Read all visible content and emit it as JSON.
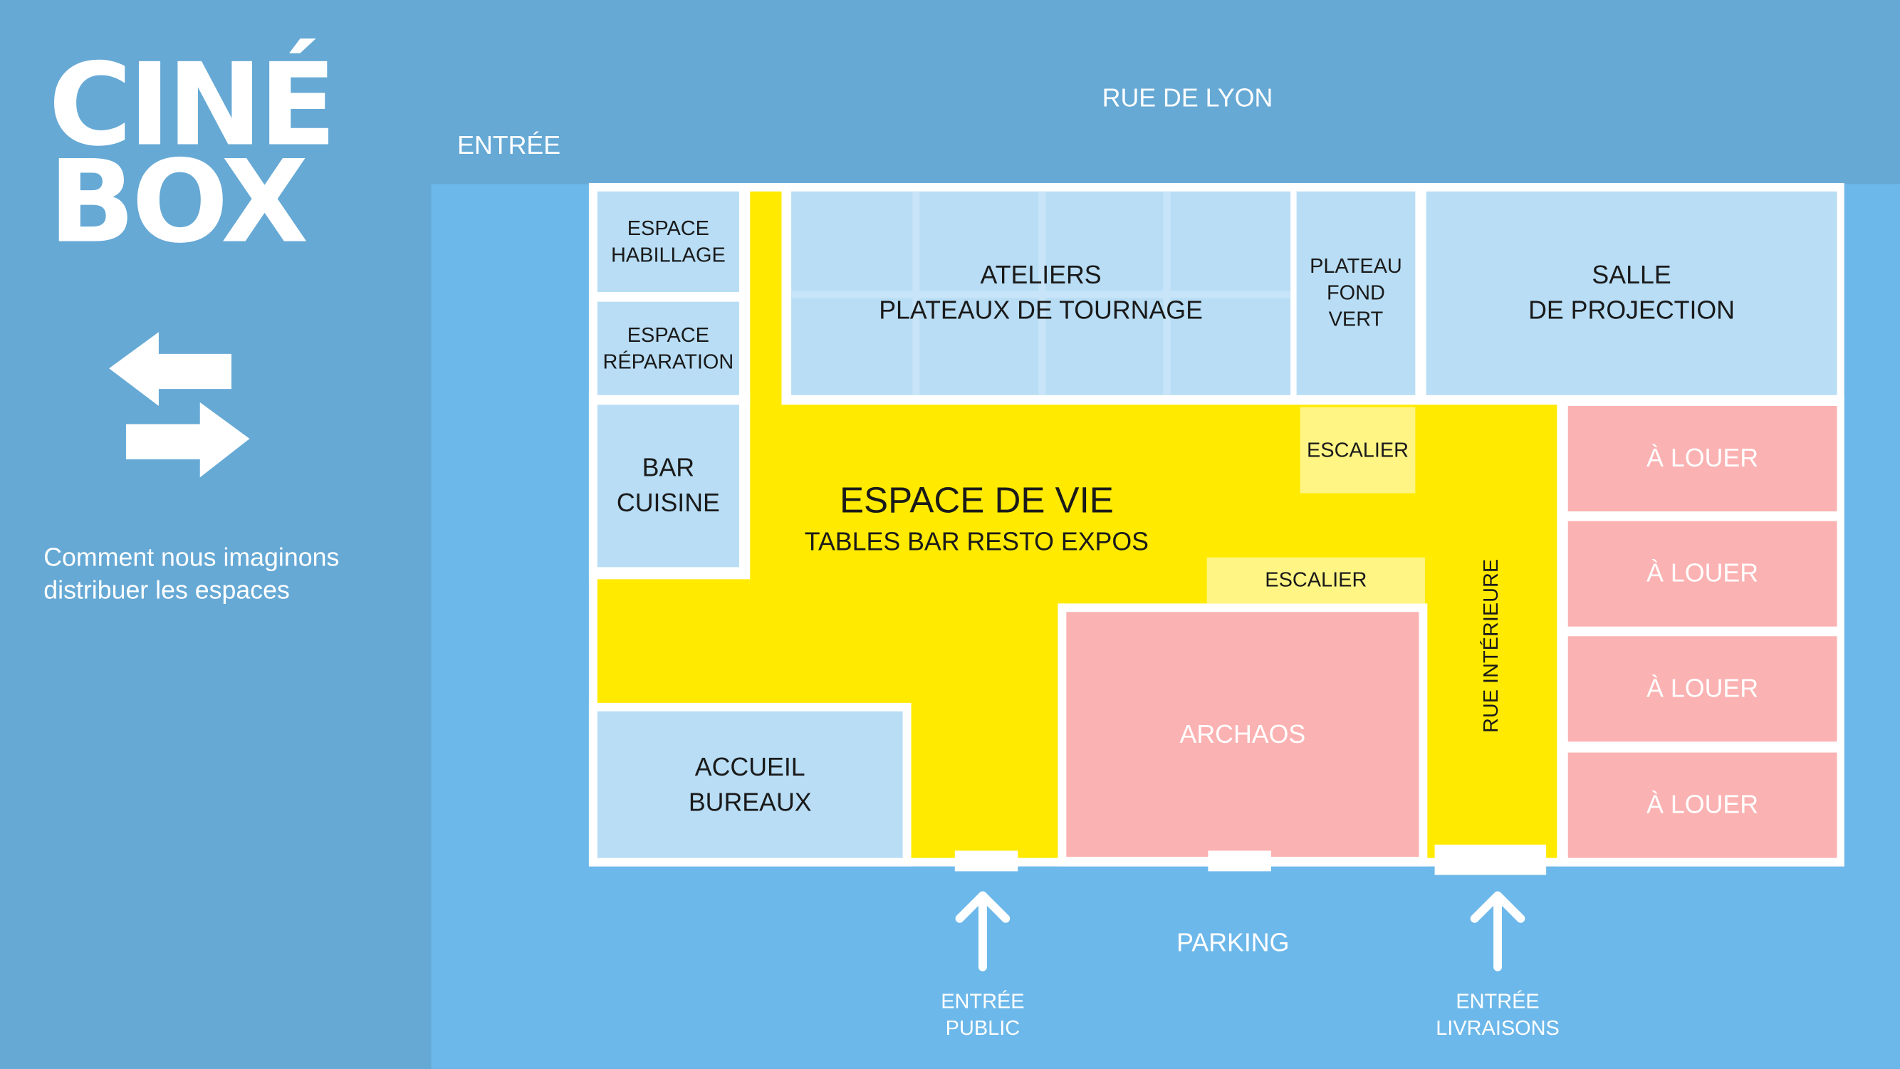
{
  "logo": {
    "line1": "CINÉ",
    "line2": "BOX"
  },
  "subtitle": {
    "line1": "Comment nous imaginons",
    "line2": "distribuer les espaces"
  },
  "street": "RUE DE LYON",
  "entry_top": "ENTRÉE",
  "parking": "PARKING",
  "entrances": [
    {
      "line1": "ENTRÉE",
      "line2": "PUBLIC"
    },
    {
      "line1": "ENTRÉE",
      "line2": "LIVRAISONS"
    }
  ],
  "rooms": {
    "habillage": {
      "line1": "ESPACE",
      "line2": "HABILLAGE"
    },
    "reparation": {
      "line1": "ESPACE",
      "line2": "RÉPARATION"
    },
    "bar": {
      "line1": "BAR",
      "line2": "CUISINE"
    },
    "ateliers": {
      "line1": "ATELIERS",
      "line2": "PLATEAUX DE TOURNAGE"
    },
    "plateau": {
      "line1": "PLATEAU",
      "line2": "FOND",
      "line3": "VERT"
    },
    "salle": {
      "line1": "SALLE",
      "line2": "DE PROJECTION"
    },
    "espace_vie": {
      "title": "ESPACE DE VIE",
      "subtitle": "TABLES BAR RESTO EXPOS"
    },
    "escalier1": "ESCALIER",
    "escalier2": "ESCALIER",
    "rue_interieure": "RUE INTÉRIEURE",
    "archaos": "ARCHAOS",
    "accueil": {
      "line1": "ACCUEIL",
      "line2": "BUREAUX"
    },
    "a_louer": [
      "À LOUER",
      "À LOUER",
      "À LOUER",
      "À LOUER"
    ]
  },
  "colors": {
    "panel": "#66a9d5",
    "ground": "#6db8ea",
    "room": "#b8ddf5",
    "living": "#ffea00",
    "stairs": "#fff585",
    "rental": "#fbb2b2"
  }
}
